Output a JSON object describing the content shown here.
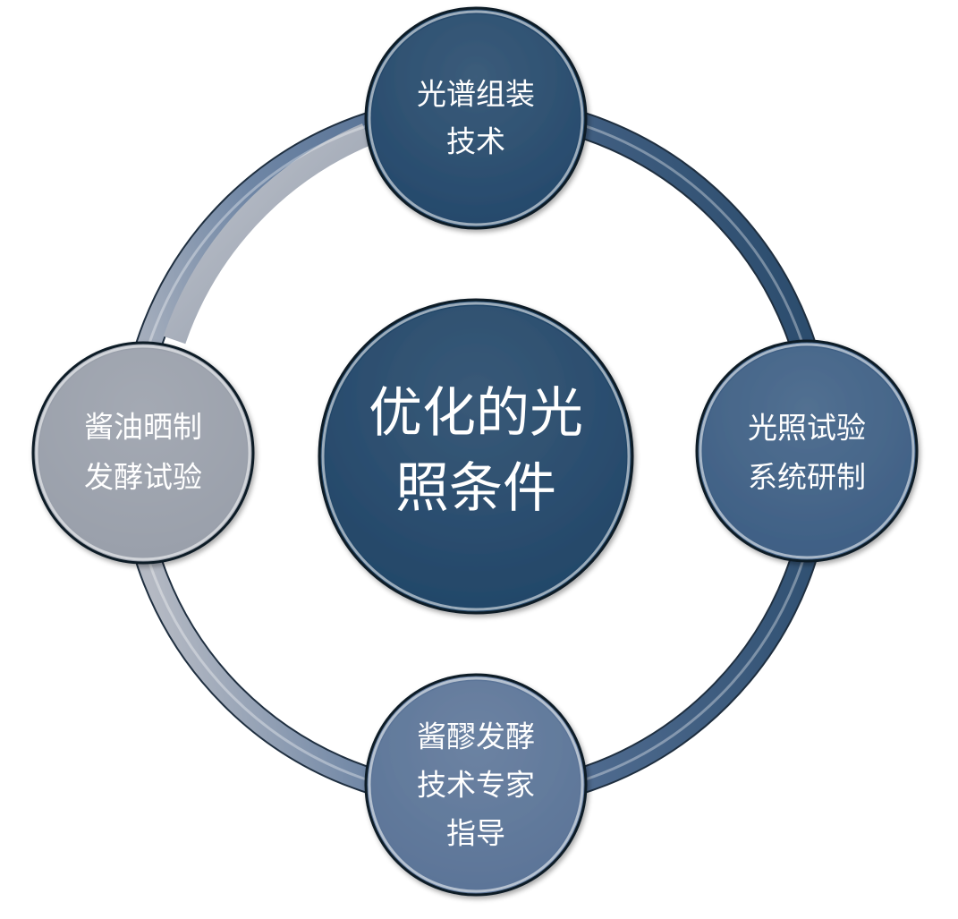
{
  "center": {
    "lines": [
      "优化的光",
      "照条件"
    ],
    "color": "#234769"
  },
  "nodes": {
    "top": {
      "lines": [
        "光谱组装",
        "技术"
      ],
      "color": "#264a6c"
    },
    "right": {
      "lines": [
        "光照试验",
        "系统研制"
      ],
      "color": "#3f6085"
    },
    "bottom": {
      "lines": [
        "酱醪发酵",
        "技术专家",
        "指导"
      ],
      "color": "#5c7598"
    },
    "left": {
      "lines": [
        "酱油晒制",
        "发酵试验"
      ],
      "color": "#9aa0ab"
    }
  },
  "ring": {
    "colors": [
      "#2c4d6e",
      "#5f7899",
      "#9ea4b0"
    ]
  }
}
